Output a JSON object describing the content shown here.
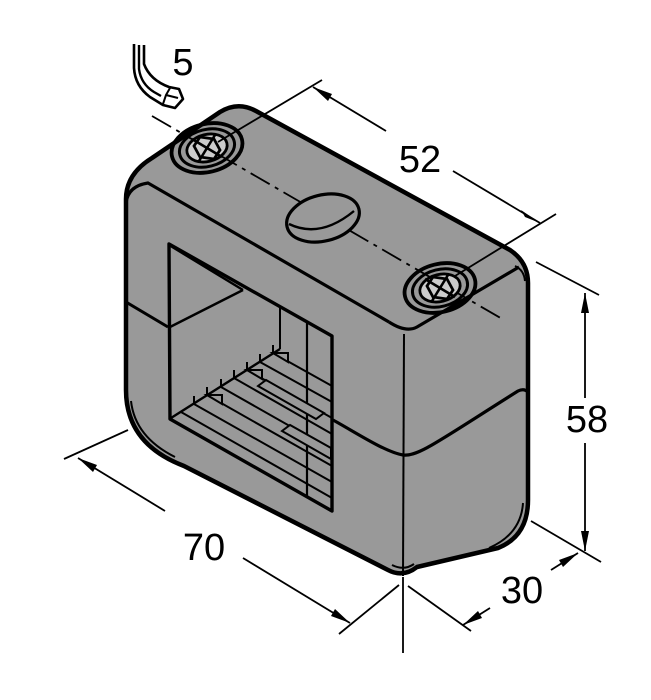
{
  "figure": {
    "type": "technical-isometric-drawing",
    "description": "Two-piece mounting clamp with serrated clamping surface, two hex-socket screws, centre through-hole and hex key",
    "background": "#ffffff",
    "colors": {
      "body_fill": "#999999",
      "outline": "#000000",
      "screw_socket_fill": "#cccccc",
      "hex_key_fill": "#ffffff"
    },
    "labels": {
      "hex_key": "5",
      "top_width": "52",
      "height": "58",
      "bottom_width": "70",
      "depth": "30"
    }
  }
}
